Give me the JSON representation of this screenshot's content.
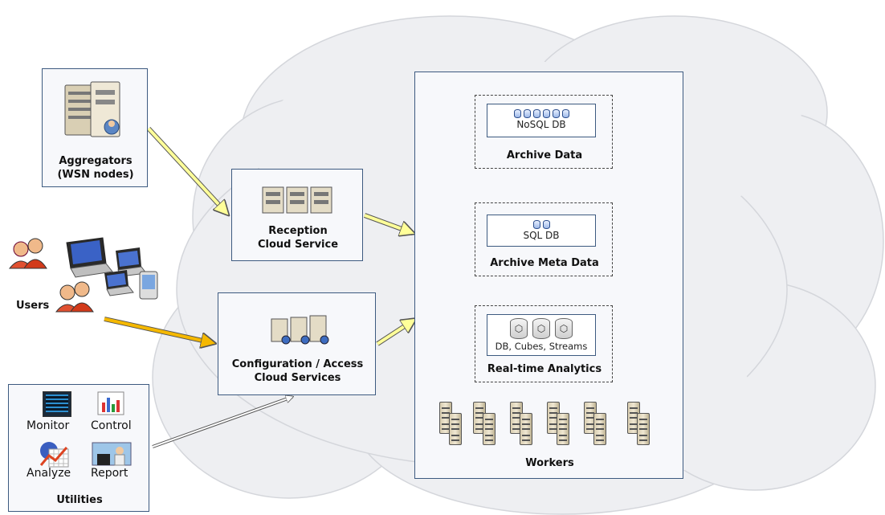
{
  "aggregators": {
    "label": "Aggregators\n(WSN nodes)"
  },
  "users": {
    "label": "Users"
  },
  "reception": {
    "label": "Reception\nCloud Service"
  },
  "configuration": {
    "label": "Configuration / Access\nCloud Services"
  },
  "utilities": {
    "label": "Utilities",
    "items": [
      {
        "label": "Monitor",
        "icon": "monitor-icon"
      },
      {
        "label": "Control",
        "icon": "bar-chart-icon"
      },
      {
        "label": "Analyze",
        "icon": "analyze-chart-icon"
      },
      {
        "label": "Report",
        "icon": "report-icon"
      }
    ]
  },
  "cloud": {
    "archive": {
      "db": "NoSQL DB",
      "label": "Archive Data"
    },
    "meta": {
      "db": "SQL DB",
      "label": "Archive Meta Data"
    },
    "analytics": {
      "db": "DB, Cubes, Streams",
      "label": "Real-time Analytics"
    },
    "workers": {
      "label": "Workers"
    }
  },
  "colors": {
    "arrow_light": "#ffff99",
    "arrow_orange": "#f5b800",
    "box_border": "#3d5a80",
    "cloud_fill": "#eeeff2"
  }
}
